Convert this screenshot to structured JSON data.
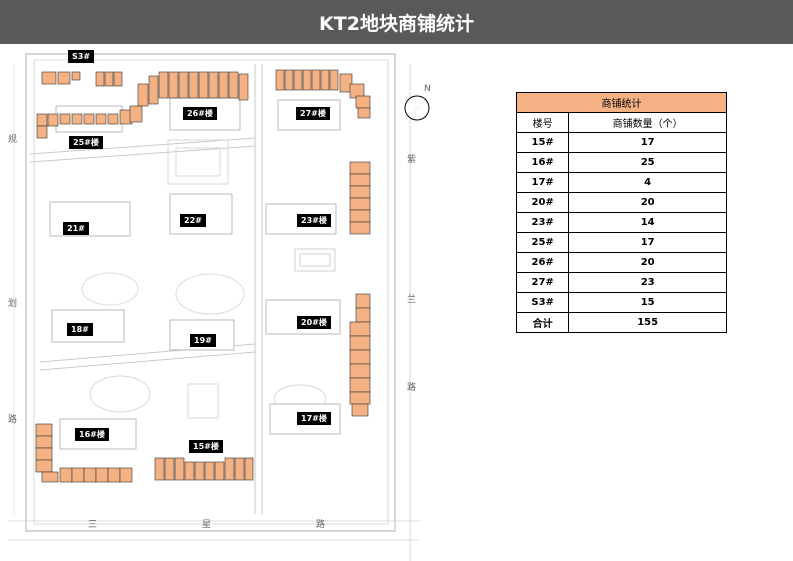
{
  "title": "KT2地块商铺统计",
  "colors": {
    "header_bg": "#595959",
    "shop_fill": "#f4b183",
    "table_header": "#f4b183"
  },
  "compass": {
    "label": "N"
  },
  "roads": {
    "left": [
      "规",
      "划",
      "路"
    ],
    "right": [
      "紫",
      "兰",
      "路"
    ],
    "bottom": [
      "三",
      "星",
      "路"
    ]
  },
  "buildings": {
    "b_s3": "S3#",
    "b_25": "25#楼",
    "b_26": "26#楼",
    "b_27": "27#楼",
    "b_21": "21#",
    "b_22": "22#",
    "b_23": "23#楼",
    "b_18": "18#",
    "b_19": "19#",
    "b_20": "20#楼",
    "b_16": "16#楼",
    "b_15": "15#楼",
    "b_17": "17#楼"
  },
  "table": {
    "caption": "商铺统计",
    "col_building": "楼号",
    "col_count": "商铺数量（个）",
    "rows": [
      {
        "building": "15#",
        "count": "17"
      },
      {
        "building": "16#",
        "count": "25"
      },
      {
        "building": "17#",
        "count": "4"
      },
      {
        "building": "20#",
        "count": "20"
      },
      {
        "building": "23#",
        "count": "14"
      },
      {
        "building": "25#",
        "count": "17"
      },
      {
        "building": "26#",
        "count": "20"
      },
      {
        "building": "27#",
        "count": "23"
      },
      {
        "building": "S3#",
        "count": "15"
      }
    ],
    "total_label": "合计",
    "total_value": "155"
  }
}
